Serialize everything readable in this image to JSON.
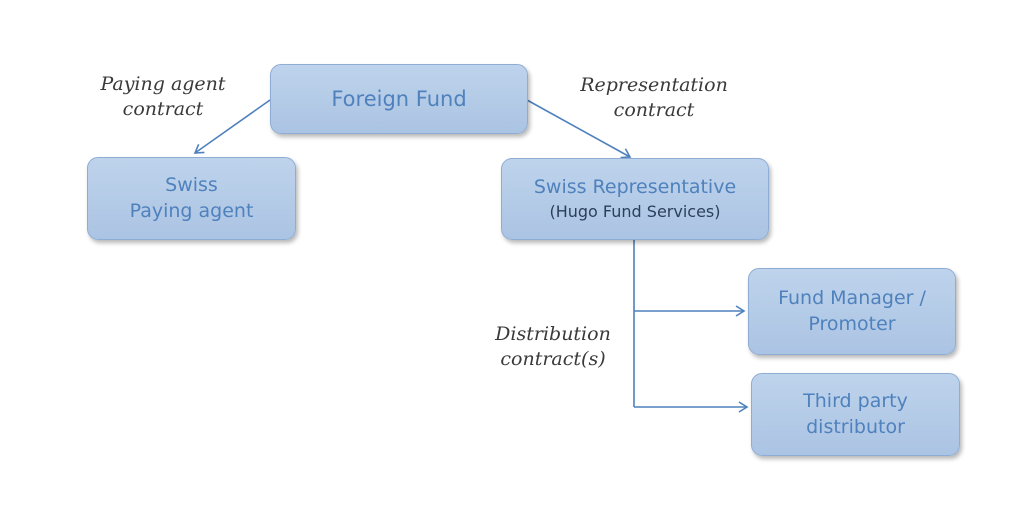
{
  "nodes": {
    "foreign_fund": {
      "lines": [
        "Foreign Fund"
      ]
    },
    "swiss_paying_agent": {
      "lines": [
        "Swiss",
        "Paying agent"
      ]
    },
    "swiss_representative": {
      "lines": [
        "Swiss Representative"
      ],
      "sub": "(Hugo Fund Services)"
    },
    "fund_manager": {
      "lines": [
        "Fund Manager /",
        "Promoter"
      ]
    },
    "third_party": {
      "lines": [
        "Third party",
        "distributor"
      ]
    }
  },
  "edge_labels": {
    "paying_agent_contract": [
      "Paying agent",
      "contract"
    ],
    "representation_contract": [
      "Representation",
      "contract"
    ],
    "distribution_contracts": [
      "Distribution",
      "contract(s)"
    ]
  },
  "colors": {
    "node_fill_top": "#bed3ec",
    "node_fill_bottom": "#abc4e3",
    "node_border": "#8fadd4",
    "node_text": "#4f81bd",
    "connector": "#4f81bd"
  }
}
